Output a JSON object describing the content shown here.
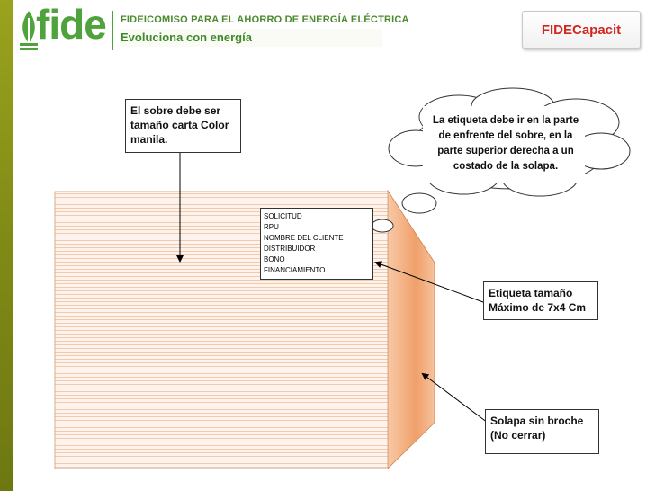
{
  "header": {
    "logo_word": "fide",
    "tagline_main": "FIDEICOMISO PARA EL AHORRO DE ENERGÍA ELÉCTRICA",
    "tagline_sub": "Evoluciona con energía",
    "badge": "FIDECapacit"
  },
  "notes": {
    "envelope_size": "El sobre debe ser tamaño carta Color manila.",
    "label_size": "Etiqueta tamaño Máximo de 7x4 Cm",
    "flap": "Solapa sin broche (No cerrar)"
  },
  "cloud": {
    "text": "La etiqueta debe ir en la parte de enfrente del sobre, en la parte superior derecha a un costado de la solapa."
  },
  "label_fields": [
    "SOLICITUD",
    "RPU",
    "NOMBRE DEL CLIENTE",
    "DISTRIBUIDOR",
    "BONO",
    "FINANCIAMIENTO"
  ],
  "colors": {
    "brand_green": "#4fa23c",
    "badge_red": "#d0271f",
    "envelope_flap": "#f2a06a",
    "side_bar": "#8a9519"
  }
}
